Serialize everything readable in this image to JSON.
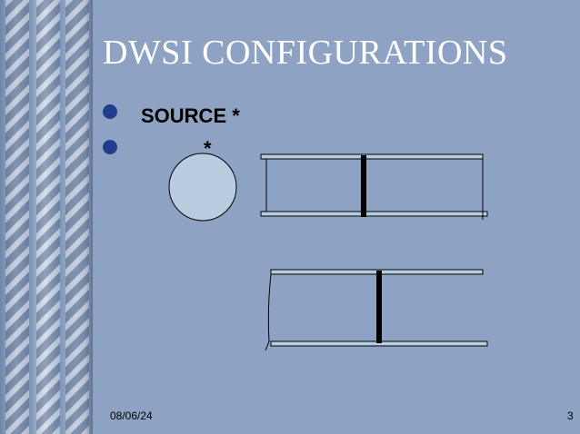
{
  "slide": {
    "title": "DWSI  CONFIGURATIONS",
    "bullets": [
      {
        "text": "SOURCE *"
      },
      {
        "text": "*"
      }
    ],
    "footer": {
      "date": "08/06/24",
      "page_number": "3"
    }
  },
  "colors": {
    "background": "#8ea3c3",
    "bullet": "#1f3f8e",
    "circle_fill": "#b8cde0",
    "title": "#ffffff"
  }
}
